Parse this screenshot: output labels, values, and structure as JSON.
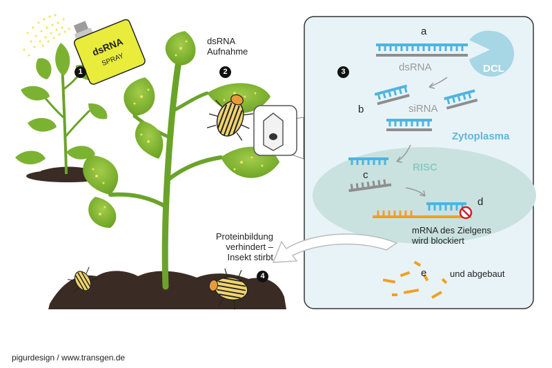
{
  "steps": {
    "s1": "1",
    "s2": "2",
    "s3": "3",
    "s4": "4"
  },
  "spray_can": {
    "line1": "dsRNA",
    "line2": "SPRAY"
  },
  "labels": {
    "uptake": "dsRNA\nAufnahme",
    "protein_blocked": "Proteinbildung\nverhindert –\nInsekt stirbt"
  },
  "cell_panel": {
    "letter_a": "a",
    "letter_b": "b",
    "letter_c": "c",
    "letter_d": "d",
    "letter_e": "e",
    "dsrna": "dsRNA",
    "dcl": "DCL",
    "sirna": "siRNA",
    "zytoplasma": "Zytoplasma",
    "risc": "RISC",
    "mrna": "mRNA des Zielgens\nwird blockiert",
    "degraded": "und abgebaut"
  },
  "credit": "pigurdesign / www.transgen.de",
  "colors": {
    "leaf": "#8fbe3a",
    "stem": "#6aa32a",
    "soil": "#3a2c25",
    "panel_bg": "#e8f3f8",
    "risc_bg": "#c9e2df",
    "dcl": "#a7d6e5",
    "rna_blue": "#4db4e0",
    "rna_gray": "#8e8e8e",
    "mrna_orange": "#f0a020"
  }
}
